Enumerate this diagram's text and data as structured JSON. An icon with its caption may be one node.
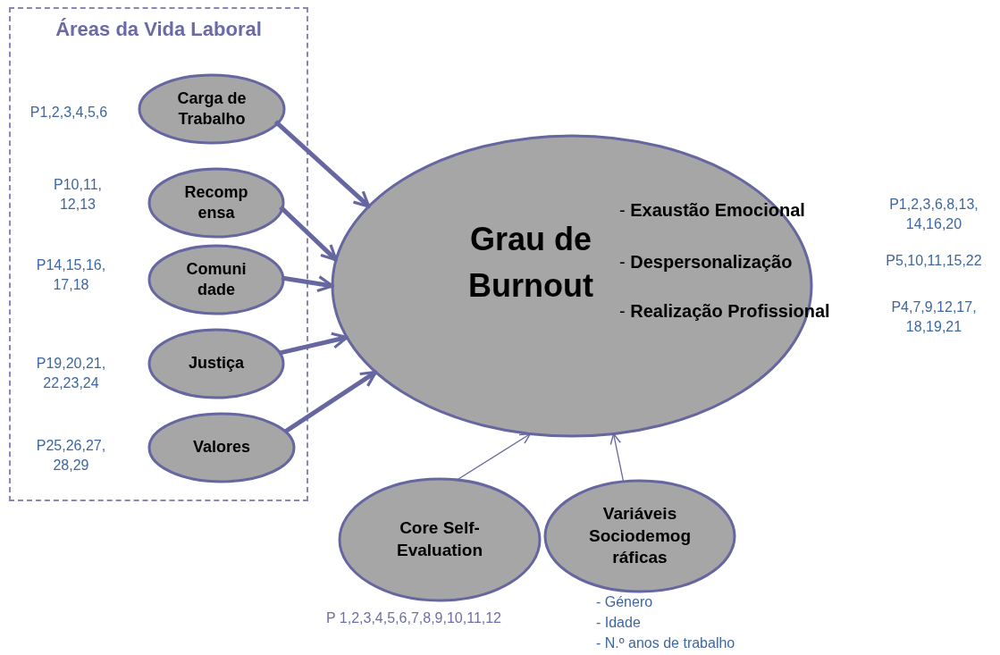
{
  "diagram": {
    "nodes": [
      {
        "text": [
          "Áreas da Vida Laboral"
        ]
      },
      {
        "text": [
          "Carga de Trabalho"
        ],
        "in": 0,
        "beside": [
          "P1,2,3,4,5,6"
        ]
      },
      {
        "text": [
          "Recomp ensa"
        ],
        "in": 0,
        "beside": [
          "P10,11, 12,13"
        ]
      },
      {
        "text": [
          "Comuni dade"
        ],
        "in": 0,
        "beside": [
          "P14,15,16, 17,18"
        ]
      },
      {
        "text": [
          "Justiça"
        ],
        "in": 0,
        "beside": [
          "P19,20,21, 22,23,24"
        ]
      },
      {
        "text": [
          "Valores"
        ],
        "in": 0,
        "beside": [
          "P25,26,27, 28,29"
        ]
      },
      {
        "text": [
          "Grau de Burnout",
          "- **Exaustão Emocional**",
          "- **Despersonalização**",
          "- **Realização Profissional**"
        ],
        "beside": [
          "P1,2,3,6,8,13, 14,16,20",
          "P5,10,11,15,22",
          "P4,7,9,12,17, 18,19,21"
        ]
      },
      {
        "text": [
          "Core Self- Evaluation"
        ],
        "beside": [
          "P 1,2,3,4,5,6,7,8,9,10,11,12"
        ]
      },
      {
        "text": [
          "Variáveis Sociodemog ráficas"
        ],
        "beside": [
          "- Género",
          "- Idade",
          "- N.º anos de trabalho"
        ]
      }
    ],
    "edges": [
      {
        "from": 1,
        "to": 6,
        "arrow": "to"
      },
      {
        "from": 2,
        "to": 6,
        "arrow": "to"
      },
      {
        "from": 3,
        "to": 6,
        "arrow": "to"
      },
      {
        "from": 4,
        "to": 6,
        "arrow": "to"
      },
      {
        "from": 5,
        "to": 6,
        "arrow": "to"
      },
      {
        "from": 7,
        "to": 6,
        "arrow": "to"
      },
      {
        "from": 8,
        "to": 6,
        "arrow": "to"
      }
    ]
  }
}
